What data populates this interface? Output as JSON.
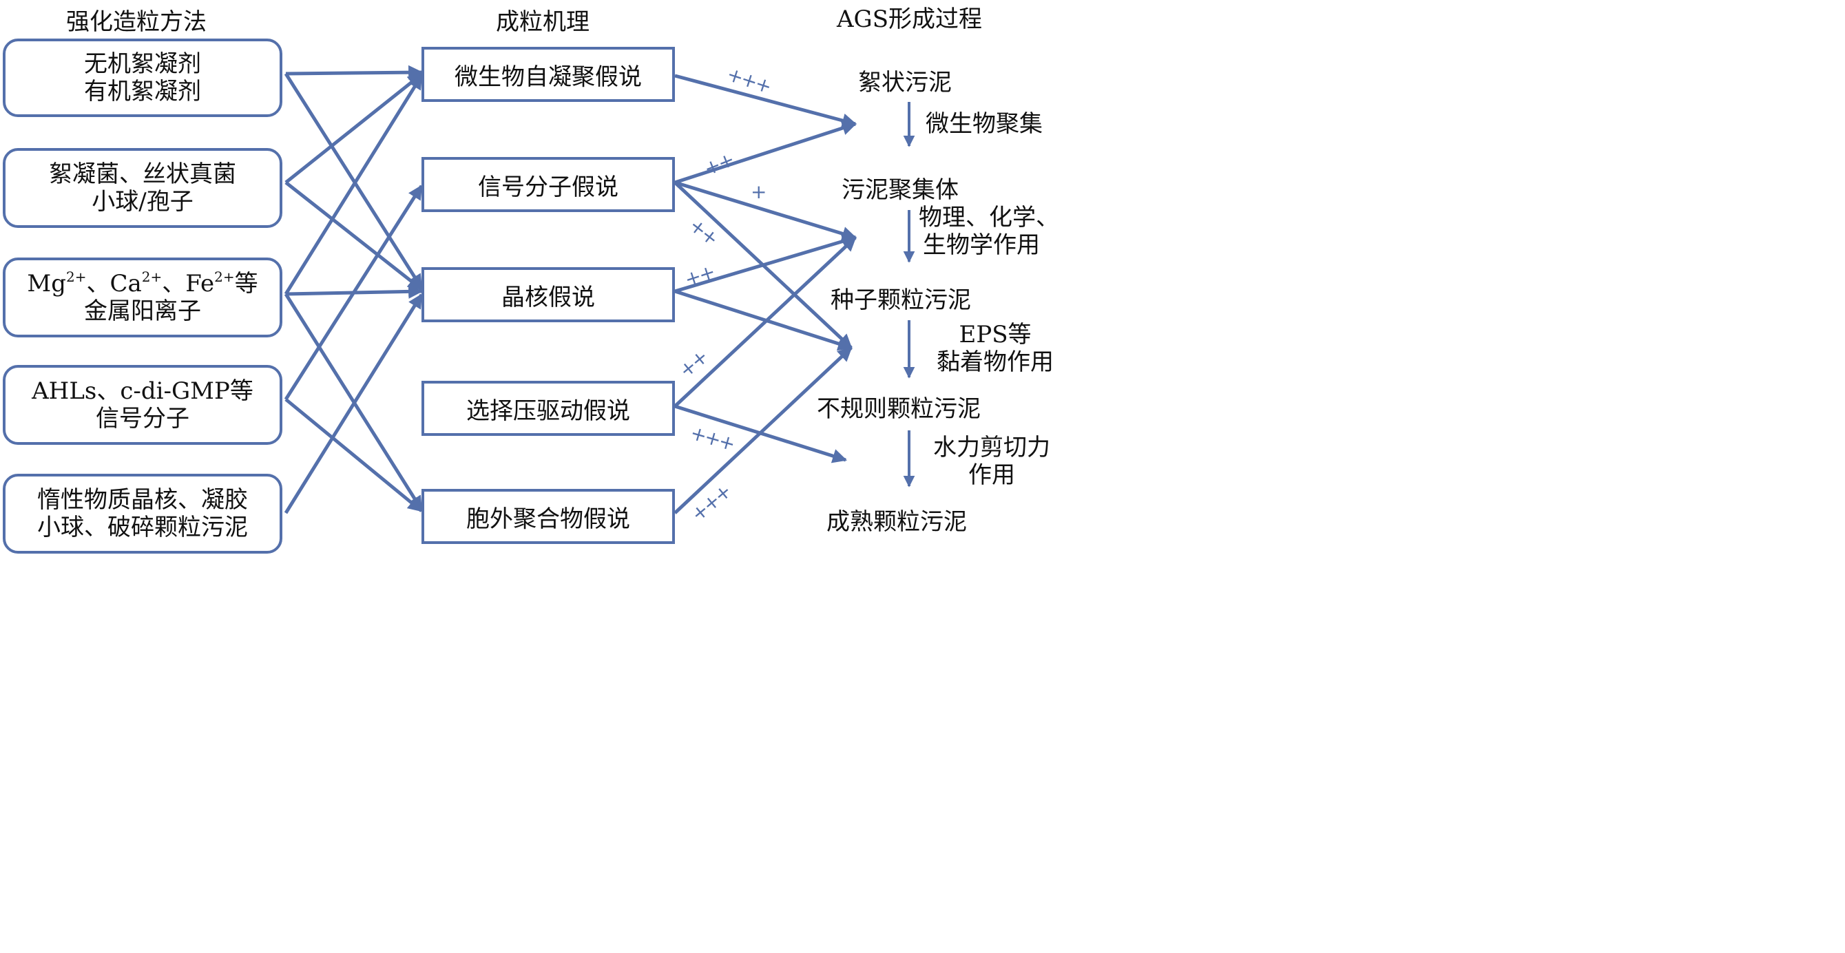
{
  "titles": {
    "methods": "强化造粒方法",
    "mechanisms": "成粒机理",
    "process": "AGS形成过程"
  },
  "methods": [
    {
      "id": "m1",
      "lines": [
        "无机絮凝剂",
        "有机絮凝剂"
      ]
    },
    {
      "id": "m2",
      "lines": [
        "絮凝菌、丝状真菌",
        "小球/孢子"
      ]
    },
    {
      "id": "m3",
      "lines_rich": [
        [
          {
            "t": "Mg"
          },
          {
            "sup": "2+"
          },
          {
            "t": "、Ca"
          },
          {
            "sup": "2+"
          },
          {
            "t": "、Fe"
          },
          {
            "sup": "2+"
          },
          {
            "t": "等"
          }
        ],
        [
          {
            "t": "金属阳离子"
          }
        ]
      ]
    },
    {
      "id": "m4",
      "lines": [
        "AHLs、c-di-GMP等",
        "信号分子"
      ]
    },
    {
      "id": "m5",
      "lines": [
        "惰性物质晶核、凝胶",
        "小球、破碎颗粒污泥"
      ]
    }
  ],
  "mechanisms": [
    {
      "id": "h1",
      "label": "微生物自凝聚假说"
    },
    {
      "id": "h2",
      "label": "信号分子假说"
    },
    {
      "id": "h3",
      "label": "晶核假说"
    },
    {
      "id": "h4",
      "label": "选择压驱动假说"
    },
    {
      "id": "h5",
      "label": "胞外聚合物假说"
    }
  ],
  "stages": [
    {
      "id": "s1",
      "label": "絮状污泥"
    },
    {
      "id": "s2",
      "label": "污泥聚集体"
    },
    {
      "id": "s3",
      "label": "种子颗粒污泥"
    },
    {
      "id": "s4",
      "label": "不规则颗粒污泥"
    },
    {
      "id": "s5",
      "label": "成熟颗粒污泥"
    }
  ],
  "transitions": [
    {
      "from": "s1",
      "to": "s2",
      "lines": [
        "微生物聚集"
      ]
    },
    {
      "from": "s2",
      "to": "s3",
      "lines": [
        "物理、化学、",
        "生物学作用"
      ]
    },
    {
      "from": "s3",
      "to": "s4",
      "lines": [
        "EPS等",
        "黏着物作用"
      ]
    },
    {
      "from": "s4",
      "to": "s5",
      "lines": [
        "水力剪切力",
        "作用"
      ]
    }
  ],
  "method_to_mechanism": [
    {
      "from": "m1",
      "to": "h1"
    },
    {
      "from": "m1",
      "to": "h3"
    },
    {
      "from": "m2",
      "to": "h1"
    },
    {
      "from": "m2",
      "to": "h3"
    },
    {
      "from": "m3",
      "to": "h1"
    },
    {
      "from": "m3",
      "to": "h3"
    },
    {
      "from": "m3",
      "to": "h5"
    },
    {
      "from": "m4",
      "to": "h2"
    },
    {
      "from": "m4",
      "to": "h5"
    },
    {
      "from": "m5",
      "to": "h3"
    }
  ],
  "mechanism_to_stage": [
    {
      "from": "h1",
      "to": "s1",
      "strength": "+++"
    },
    {
      "from": "h2",
      "to": "s1",
      "strength": "++"
    },
    {
      "from": "h2",
      "to": "s2",
      "strength": "+"
    },
    {
      "from": "h2",
      "to": "s3",
      "strength": "++"
    },
    {
      "from": "h3",
      "to": "s2",
      "strength": "++"
    },
    {
      "from": "h3",
      "to": "s3",
      "strength": ""
    },
    {
      "from": "h4",
      "to": "s2",
      "strength": "++"
    },
    {
      "from": "h4",
      "to": "s4",
      "strength": "+++"
    },
    {
      "from": "h5",
      "to": "s3",
      "strength": "+++"
    }
  ],
  "colors": {
    "accent": "#5470ab",
    "text": "#111111"
  }
}
